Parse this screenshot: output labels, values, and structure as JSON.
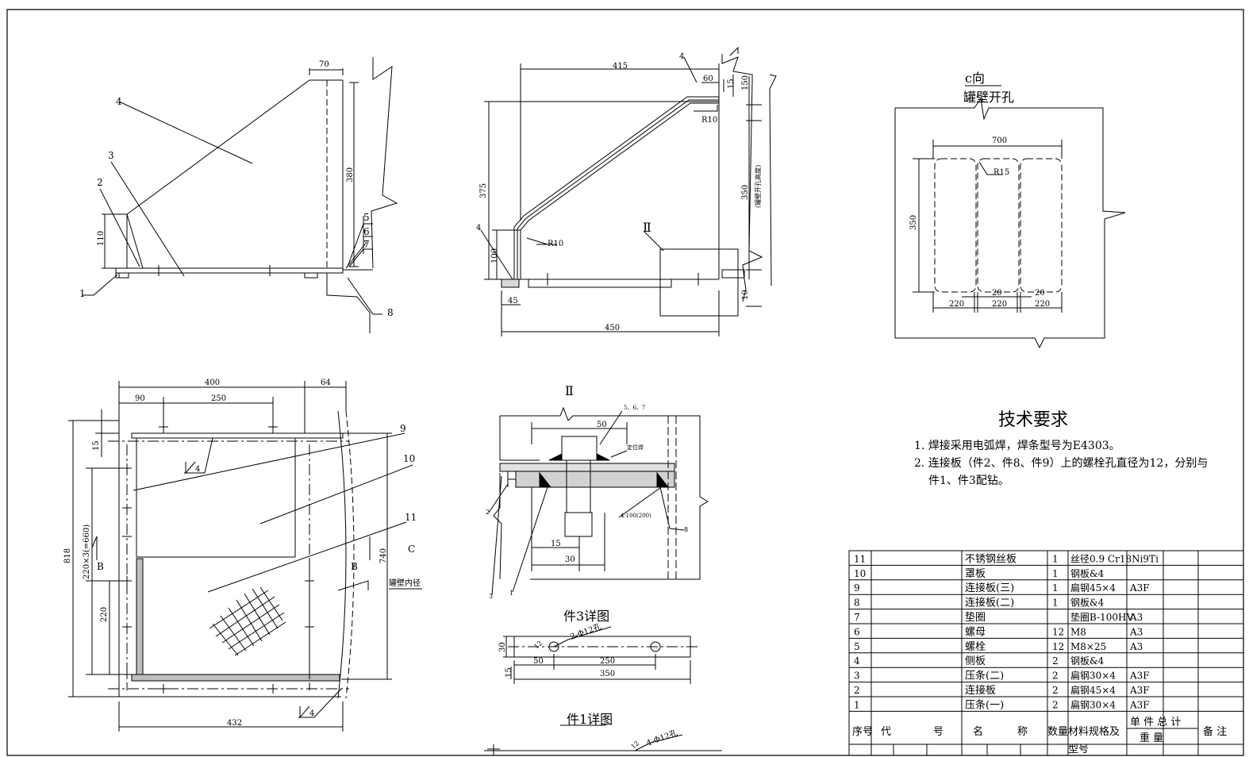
{
  "views": {
    "view1": {
      "dims": {
        "d70": "70",
        "d380": "380",
        "d110": "110"
      },
      "labels": {
        "p1": "1",
        "p2": "2",
        "p3": "3",
        "p4": "4",
        "p5": "5",
        "p6": "6",
        "p7": "7",
        "p8": "8"
      }
    },
    "view2": {
      "dims": {
        "d415": "415",
        "d60": "60",
        "d15": "15",
        "d150": "150",
        "d375": "375",
        "d350": "350",
        "d350note": "(罐壁开孔高度)",
        "d100": "100",
        "d45": "45",
        "d450": "450",
        "d10": "10",
        "r10a": "R10",
        "r10b": "R10"
      },
      "labels": {
        "p4a": "4",
        "p4b": "4",
        "roman2": "Ⅱ"
      }
    },
    "view3": {
      "title": "c向",
      "subtitle": "罐壁开孔",
      "dims": {
        "d700": "700",
        "r15": "R15",
        "d350": "350",
        "d220a": "220",
        "d220b": "220",
        "d220c": "220",
        "d20a": "20",
        "d20b": "20"
      }
    },
    "view4": {
      "dims": {
        "d400": "400",
        "d64": "64",
        "d90": "90",
        "d250": "250",
        "d818": "818",
        "d15": "15",
        "d660": "220×3(=660)",
        "d220": "220",
        "d740": "740",
        "d432": "432"
      },
      "labels": {
        "p9": "9",
        "p10": "10",
        "p11": "11",
        "c": "C",
        "b1": "B",
        "b2": "B",
        "wall": "罐壁内径",
        "w4a": "4",
        "w4b": "4"
      }
    },
    "detail2": {
      "title": "Ⅱ",
      "dims": {
        "d50": "50",
        "d15": "15",
        "d30": "30"
      },
      "labels": {
        "p567": "5、6、7",
        "spot": "定位焊",
        "weld": "4 100(200)",
        "p8": "8",
        "p2": "2",
        "p3": "3",
        "p1": "1"
      }
    },
    "part3": {
      "title": "件3详图",
      "dims": {
        "holes": "2-Φ12孔",
        "d12": "12",
        "d30": "30",
        "d50": "50",
        "d250": "250",
        "d15": "15",
        "d350": "350"
      }
    },
    "part1": {
      "title": "件1详图",
      "dims": {
        "holes": "4-Φ12孔",
        "d12": "12"
      }
    }
  },
  "tech": {
    "title": "技术要求",
    "line1": "1. 焊接采用电弧焊，焊条型号为E4303。",
    "line2": "2. 连接板（件2、件8、件9）上的螺栓孔直径为12，分别与",
    "line3": "件1、件3配钻。"
  },
  "bom": {
    "rows": [
      {
        "no": "11",
        "name": "不锈钢丝板",
        "qty": "1",
        "spec": "丝径0.9 Cr18Ni9Ti",
        "extra": ""
      },
      {
        "no": "10",
        "name": "罩板",
        "qty": "1",
        "spec": "钢板&4",
        "extra": ""
      },
      {
        "no": "9",
        "name": "连接板(三)",
        "qty": "1",
        "spec": "扁钢45×4",
        "extra": "A3F"
      },
      {
        "no": "8",
        "name": "连接板(二)",
        "qty": "1",
        "spec": "钢板&4",
        "extra": ""
      },
      {
        "no": "7",
        "name": "垫圈",
        "qty": "",
        "spec": "垫圈B-100HV",
        "extra": "A3"
      },
      {
        "no": "6",
        "name": "螺母",
        "qty": "12",
        "spec": "M8",
        "extra": "A3"
      },
      {
        "no": "5",
        "name": "螺栓",
        "qty": "12",
        "spec": "M8×25",
        "extra": "A3"
      },
      {
        "no": "4",
        "name": "侧板",
        "qty": "2",
        "spec": "钢板&4",
        "extra": ""
      },
      {
        "no": "3",
        "name": "压条(二)",
        "qty": "2",
        "spec": "扁钢30×4",
        "extra": "A3F"
      },
      {
        "no": "2",
        "name": "连接板",
        "qty": "2",
        "spec": "扁钢45×4",
        "extra": "A3F"
      },
      {
        "no": "1",
        "name": "压条(一)",
        "qty": "2",
        "spec": "扁钢30×4",
        "extra": "A3F"
      }
    ],
    "header": {
      "no": "序号",
      "code1": "代",
      "code2": "号",
      "name1": "名",
      "name2": "称",
      "qty": "数量",
      "spec": "材料规格及",
      "spec2": "型号",
      "unit": "单 件 总 计",
      "weight": "重   量",
      "remark": "备 注"
    }
  }
}
